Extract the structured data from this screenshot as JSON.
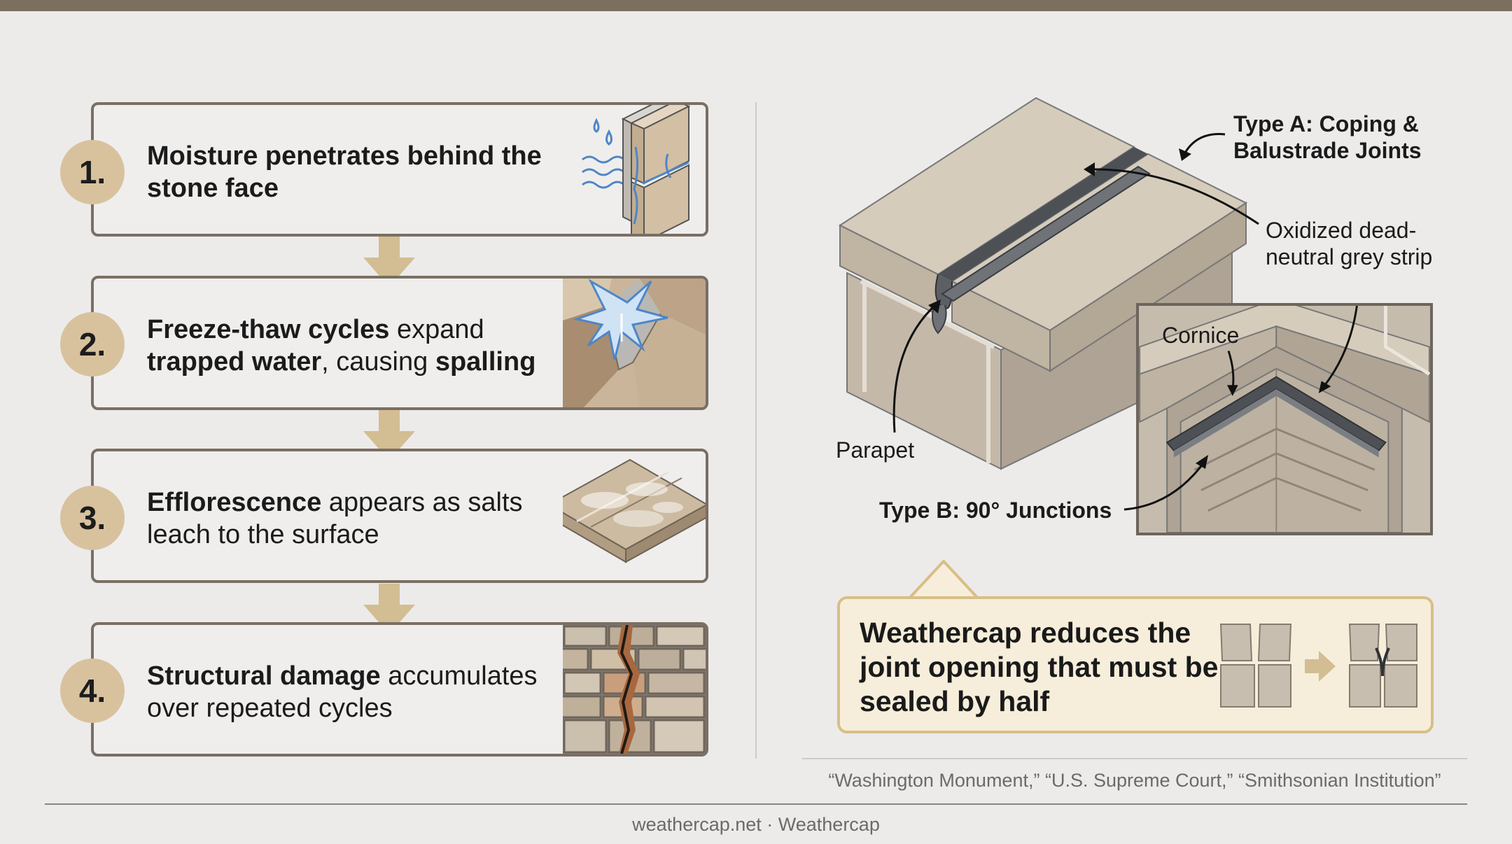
{
  "steps": [
    {
      "number": "1.",
      "parts": [
        {
          "text": "Moisture penetrates behind the stone face",
          "bold": true
        }
      ]
    },
    {
      "number": "2.",
      "parts": [
        {
          "text": "Freeze-thaw cycles",
          "bold": true
        },
        {
          "text": " expand ",
          "bold": false
        },
        {
          "text": "trapped water",
          "bold": true
        },
        {
          "text": ", causing ",
          "bold": false
        },
        {
          "text": "spalling",
          "bold": true
        }
      ]
    },
    {
      "number": "3.",
      "parts": [
        {
          "text": "Efflorescence",
          "bold": true
        },
        {
          "text": " appears as salts leach to the surface",
          "bold": false
        }
      ]
    },
    {
      "number": "4.",
      "parts": [
        {
          "text": "Structural damage",
          "bold": true
        },
        {
          "text": " accumulates over repeated cycles",
          "bold": false
        }
      ]
    }
  ],
  "diagram": {
    "type_a_label": "Type A: Coping & Balustrade Joints",
    "strip_label": "Oxidized dead-neutral grey strip",
    "cornice_label": "Cornice",
    "parapet_label": "Parapet",
    "type_b_label": "Type B: 90° Junctions"
  },
  "callout": {
    "text": "Weathercap reduces the joint opening that must be sealed by half"
  },
  "landmarks": "“Washington Monument,” “U.S. Supreme Court,” “Smithsonian Institution”",
  "footer": "weathercap.net · Weathercap",
  "colors": {
    "accent_tan": "#d8c29e",
    "box_border": "#7a6f63",
    "callout_bg": "#f6eedb",
    "callout_border": "#d9be86",
    "water_blue": "#4f86c6",
    "strip_grey": "#6f7378"
  }
}
